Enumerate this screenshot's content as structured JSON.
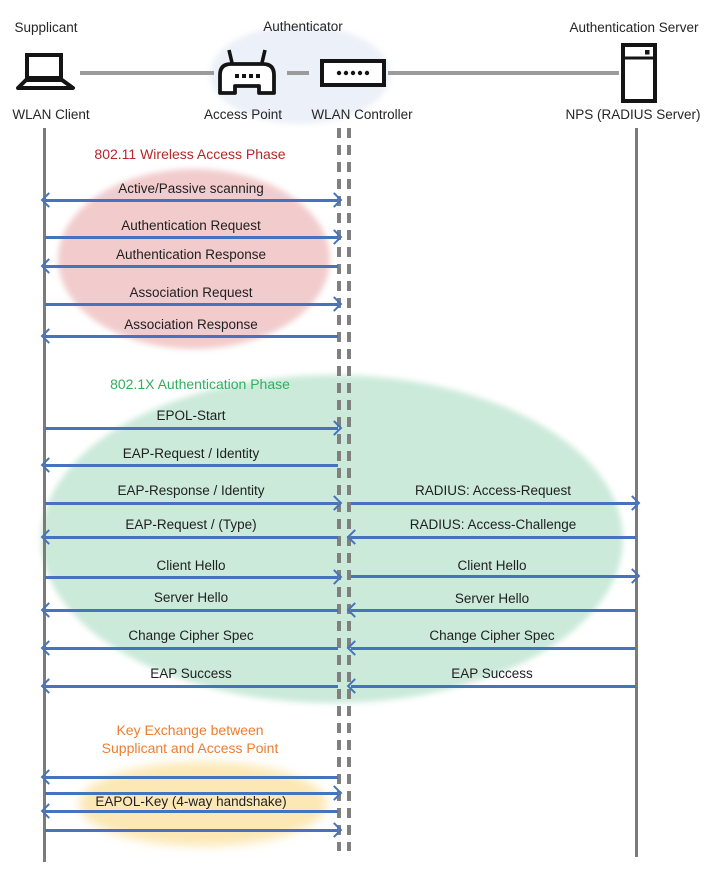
{
  "header": {
    "roles": [
      {
        "label": "Supplicant"
      },
      {
        "label": "Authenticator"
      },
      {
        "label": "Authentication Server"
      }
    ],
    "devices": [
      {
        "label": "WLAN Client",
        "icon": "laptop-icon"
      },
      {
        "label": "Access Point",
        "icon": "access-point-icon"
      },
      {
        "label": "WLAN Controller",
        "icon": "wlan-controller-icon"
      },
      {
        "label": "NPS (RADIUS Server)",
        "icon": "server-icon"
      }
    ]
  },
  "phases": [
    {
      "title": "802.11 Wireless Access Phase",
      "color": "#b3282a"
    },
    {
      "title": "802.1X Authentication Phase",
      "color": "#2fb05e"
    },
    {
      "title_line1": "Key Exchange between",
      "title_line2": "Supplicant and Access Point",
      "color": "#ed7d31"
    }
  ],
  "messages": [
    {
      "label": "Active/Passive scanning",
      "direction": "both",
      "segment": "client-controller"
    },
    {
      "label": "Authentication Request",
      "direction": "right",
      "segment": "client-controller"
    },
    {
      "label": "Authentication Response",
      "direction": "left",
      "segment": "client-controller"
    },
    {
      "label": "Association Request",
      "direction": "right",
      "segment": "client-controller"
    },
    {
      "label": "Association Response",
      "direction": "left",
      "segment": "client-controller"
    },
    {
      "label": "EPOL-Start",
      "direction": "right",
      "segment": "client-controller"
    },
    {
      "label": "EAP-Request / Identity",
      "direction": "left",
      "segment": "client-controller"
    },
    {
      "label": "EAP-Response / Identity",
      "direction": "right",
      "segment": "client-controller"
    },
    {
      "label": "RADIUS: Access-Request",
      "direction": "right",
      "segment": "controller-server"
    },
    {
      "label": "EAP-Request / (Type)",
      "direction": "left",
      "segment": "client-controller"
    },
    {
      "label": "RADIUS: Access-Challenge",
      "direction": "left",
      "segment": "controller-server"
    },
    {
      "label": "Client Hello",
      "direction": "right",
      "segment": "client-controller"
    },
    {
      "label": "Client Hello",
      "direction": "right",
      "segment": "controller-server"
    },
    {
      "label": "Server Hello",
      "direction": "left",
      "segment": "client-controller"
    },
    {
      "label": "Server Hello",
      "direction": "left",
      "segment": "controller-server"
    },
    {
      "label": "Change Cipher Spec",
      "direction": "left",
      "segment": "client-controller"
    },
    {
      "label": "Change Cipher Spec",
      "direction": "left",
      "segment": "controller-server"
    },
    {
      "label": "EAP Success",
      "direction": "left",
      "segment": "client-controller"
    },
    {
      "label": "EAP Success",
      "direction": "left",
      "segment": "controller-server"
    }
  ],
  "key_exchange": {
    "label": "EAPOL-Key (4-way handshake)",
    "arrows": [
      "left",
      "right",
      "left",
      "right"
    ],
    "segment": "client-controller"
  },
  "colors": {
    "arrow": "#4673bd",
    "lifeline": "#7b7b7b",
    "phase1_ellipse": "#f2cccd",
    "phase2_ellipse": "#cbeada",
    "phase3_ellipse": "#fbe8b4",
    "header_ellipse": "#ecf0f8"
  }
}
